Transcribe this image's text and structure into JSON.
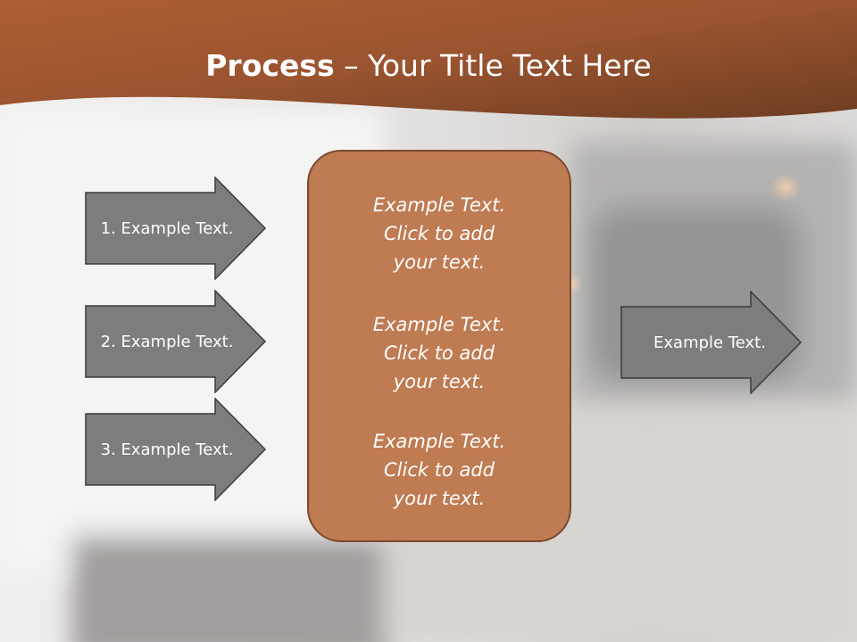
{
  "slide": {
    "title_bold": "Process",
    "title_rest": " – Your Title Text Here"
  },
  "left_arrows": [
    {
      "label": "1. Example Text."
    },
    {
      "label": "2. Example Text."
    },
    {
      "label": "3. Example Text."
    }
  ],
  "center_box": {
    "items": [
      {
        "line1": "Example Text.",
        "line2": "Click  to add",
        "line3": "your text."
      },
      {
        "line1": "Example Text.",
        "line2": "Click  to add",
        "line3": "your text."
      },
      {
        "line1": "Example Text.",
        "line2": "Click  to add",
        "line3": "your text."
      }
    ]
  },
  "right_arrow": {
    "label": "Example Text."
  },
  "colors": {
    "header": "#a4552c",
    "box_fill": "#bf7b52",
    "box_border": "#7a4a2e",
    "arrow_fill": "#7d7d7d",
    "arrow_border": "#3c3c3c"
  }
}
